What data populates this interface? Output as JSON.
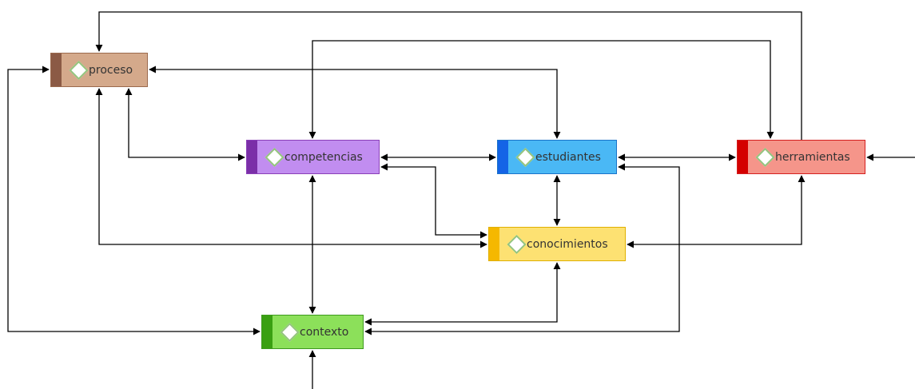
{
  "diagram": {
    "type": "concept-map",
    "nodes": [
      {
        "id": "proceso",
        "label": "proceso",
        "fill": "#d4a98b",
        "border": "#9b6a4d",
        "strip": "#8b5a45"
      },
      {
        "id": "competencias",
        "label": "competencias",
        "fill": "#c18df0",
        "border": "#8a3fb8",
        "strip": "#7b2fa8"
      },
      {
        "id": "estudiantes",
        "label": "estudiantes",
        "fill": "#4ab8f5",
        "border": "#1a73c9",
        "strip": "#1464e6"
      },
      {
        "id": "herramientas",
        "label": "herramientas",
        "fill": "#f5958a",
        "border": "#d41f1f",
        "strip": "#d40000"
      },
      {
        "id": "conocimientos",
        "label": "conocimientos",
        "fill": "#fde172",
        "border": "#e0b000",
        "strip": "#f5b800"
      },
      {
        "id": "contexto",
        "label": "contexto",
        "fill": "#8ce05a",
        "border": "#3e9a1e",
        "strip": "#3aa012"
      }
    ],
    "connections": [
      {
        "from": "herramientas",
        "to": "proceso",
        "arrows": "end"
      },
      {
        "from": "herramientas",
        "to": "competencias",
        "arrows": "both"
      },
      {
        "from": "proceso",
        "to": "estudiantes",
        "arrows": "both"
      },
      {
        "from": "proceso",
        "to": "competencias",
        "arrows": "both"
      },
      {
        "from": "competencias",
        "to": "estudiantes",
        "arrows": "both"
      },
      {
        "from": "estudiantes",
        "to": "herramientas",
        "arrows": "both"
      },
      {
        "from": "competencias",
        "to": "conocimientos",
        "arrows": "both"
      },
      {
        "from": "proceso",
        "to": "conocimientos",
        "arrows": "both"
      },
      {
        "from": "estudiantes",
        "to": "conocimientos",
        "arrows": "both"
      },
      {
        "from": "herramientas",
        "to": "conocimientos",
        "arrows": "both"
      },
      {
        "from": "competencias",
        "to": "contexto",
        "arrows": "both"
      },
      {
        "from": "conocimientos",
        "to": "contexto",
        "arrows": "both"
      },
      {
        "from": "estudiantes",
        "to": "contexto",
        "arrows": "both"
      },
      {
        "from": "contexto",
        "to": "proceso",
        "arrows": "both"
      },
      {
        "from": "external",
        "to": "herramientas",
        "arrows": "end"
      },
      {
        "from": "external",
        "to": "contexto",
        "arrows": "end"
      }
    ],
    "line_color": "#000000",
    "icon": "diamond-icon"
  }
}
